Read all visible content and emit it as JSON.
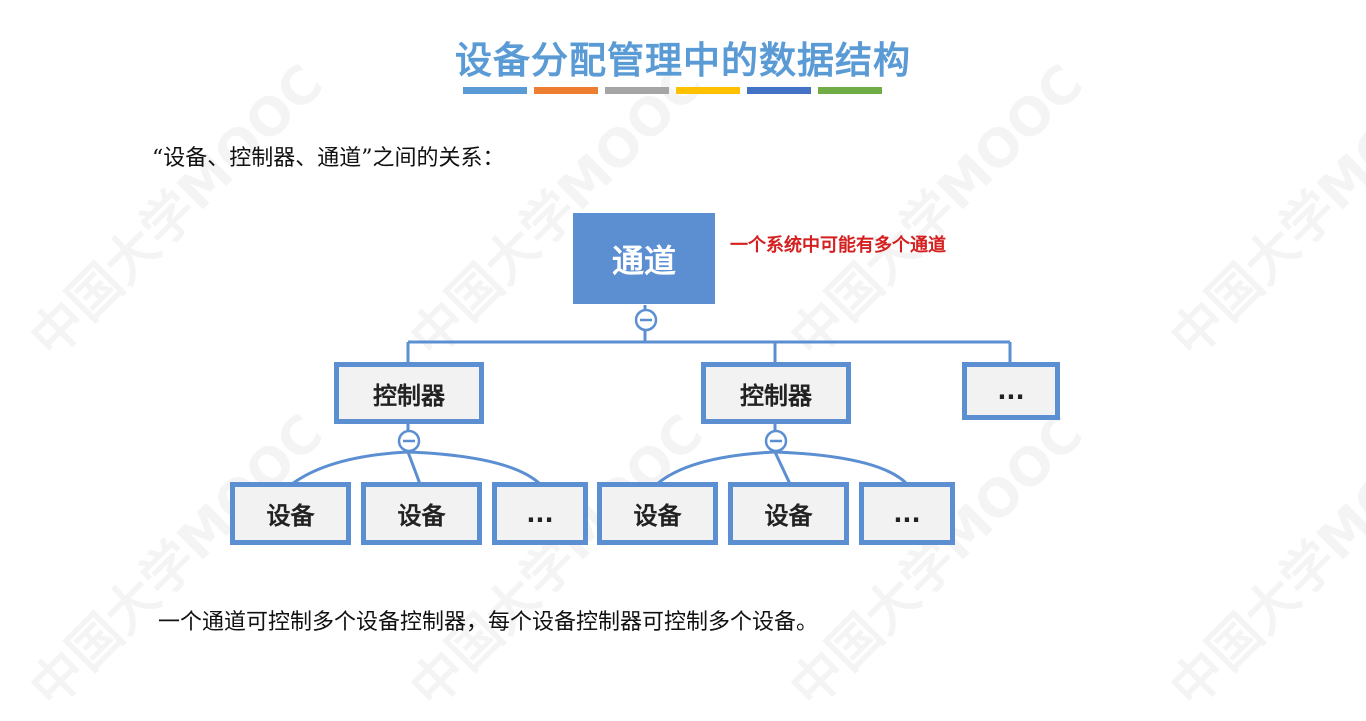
{
  "title": "设备分配管理中的数据结构",
  "watermark_text": "中国大学MOOC",
  "colors": [
    "#5b9bd5",
    "#ed7d31",
    "#a5a5a5",
    "#ffc000",
    "#4472c4",
    "#70ad47"
  ],
  "subtitle": "“设备、控制器、通道”之间的关系：",
  "note": "一个系统中可能有多个通道",
  "caption": "一个通道可控制多个设备控制器，每个设备控制器可控制多个设备。",
  "diagram": {
    "root": "通道",
    "controllers": [
      {
        "label": "控制器",
        "devices": [
          "设备",
          "设备",
          "..."
        ]
      },
      {
        "label": "控制器",
        "devices": [
          "设备",
          "设备",
          "..."
        ]
      }
    ],
    "more_controllers": "...",
    "collapse_symbol": "−"
  }
}
